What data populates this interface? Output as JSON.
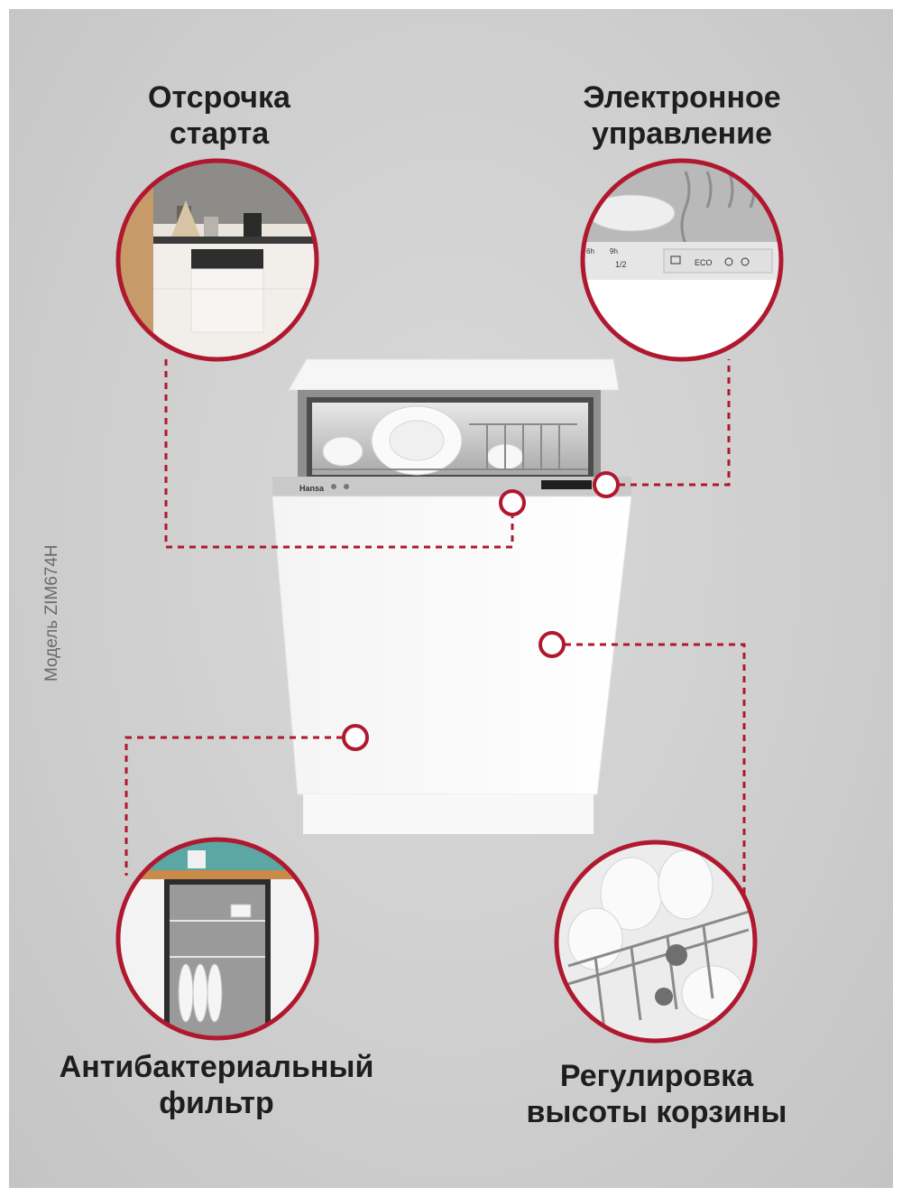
{
  "features": {
    "delay_start": "Отсрочка\nстарта",
    "electronic_control": "Электронное\nуправление",
    "antibacterial_filter": "Антибактериальный\nфильтр",
    "basket_height": "Регулировка\nвысоты корзины"
  },
  "model_label": "Модель ZIM674H",
  "panel": {
    "brand": "Hansa",
    "eco_label": "ECO",
    "half_load_label": "1/2",
    "hours": [
      "6h",
      "9h"
    ]
  },
  "colors": {
    "accent": "#b0182f",
    "background": "#d2d2d2",
    "title_text": "#1e1e1e"
  }
}
